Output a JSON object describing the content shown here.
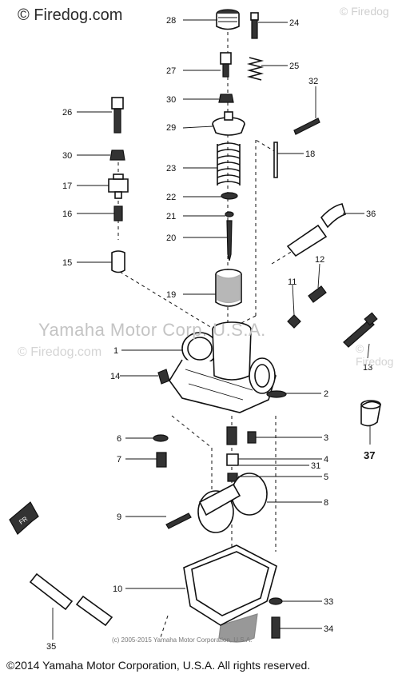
{
  "watermarks": {
    "top_left": "© Firedog.com",
    "top_right": "© Firedog",
    "mid_left": "© Firedog.com",
    "mid_right": "© Firedog",
    "center": "Yamaha Motor Corp. U.S.A.",
    "bottom": "(c) 2005-2015 Yamaha Motor Corporation, U.S.A."
  },
  "copyright": "©2014 Yamaha Motor Corporation, U.S.A. All rights reserved.",
  "callouts": [
    "1",
    "2",
    "3",
    "4",
    "5",
    "6",
    "7",
    "8",
    "9",
    "10",
    "11",
    "12",
    "13",
    "14",
    "15",
    "16",
    "17",
    "18",
    "19",
    "20",
    "21",
    "22",
    "23",
    "24",
    "25",
    "26",
    "27",
    "28",
    "29",
    "30",
    "31",
    "32",
    "33",
    "34",
    "35",
    "36",
    "37"
  ],
  "callout_30_repeat": "30",
  "front_mark": "FR"
}
